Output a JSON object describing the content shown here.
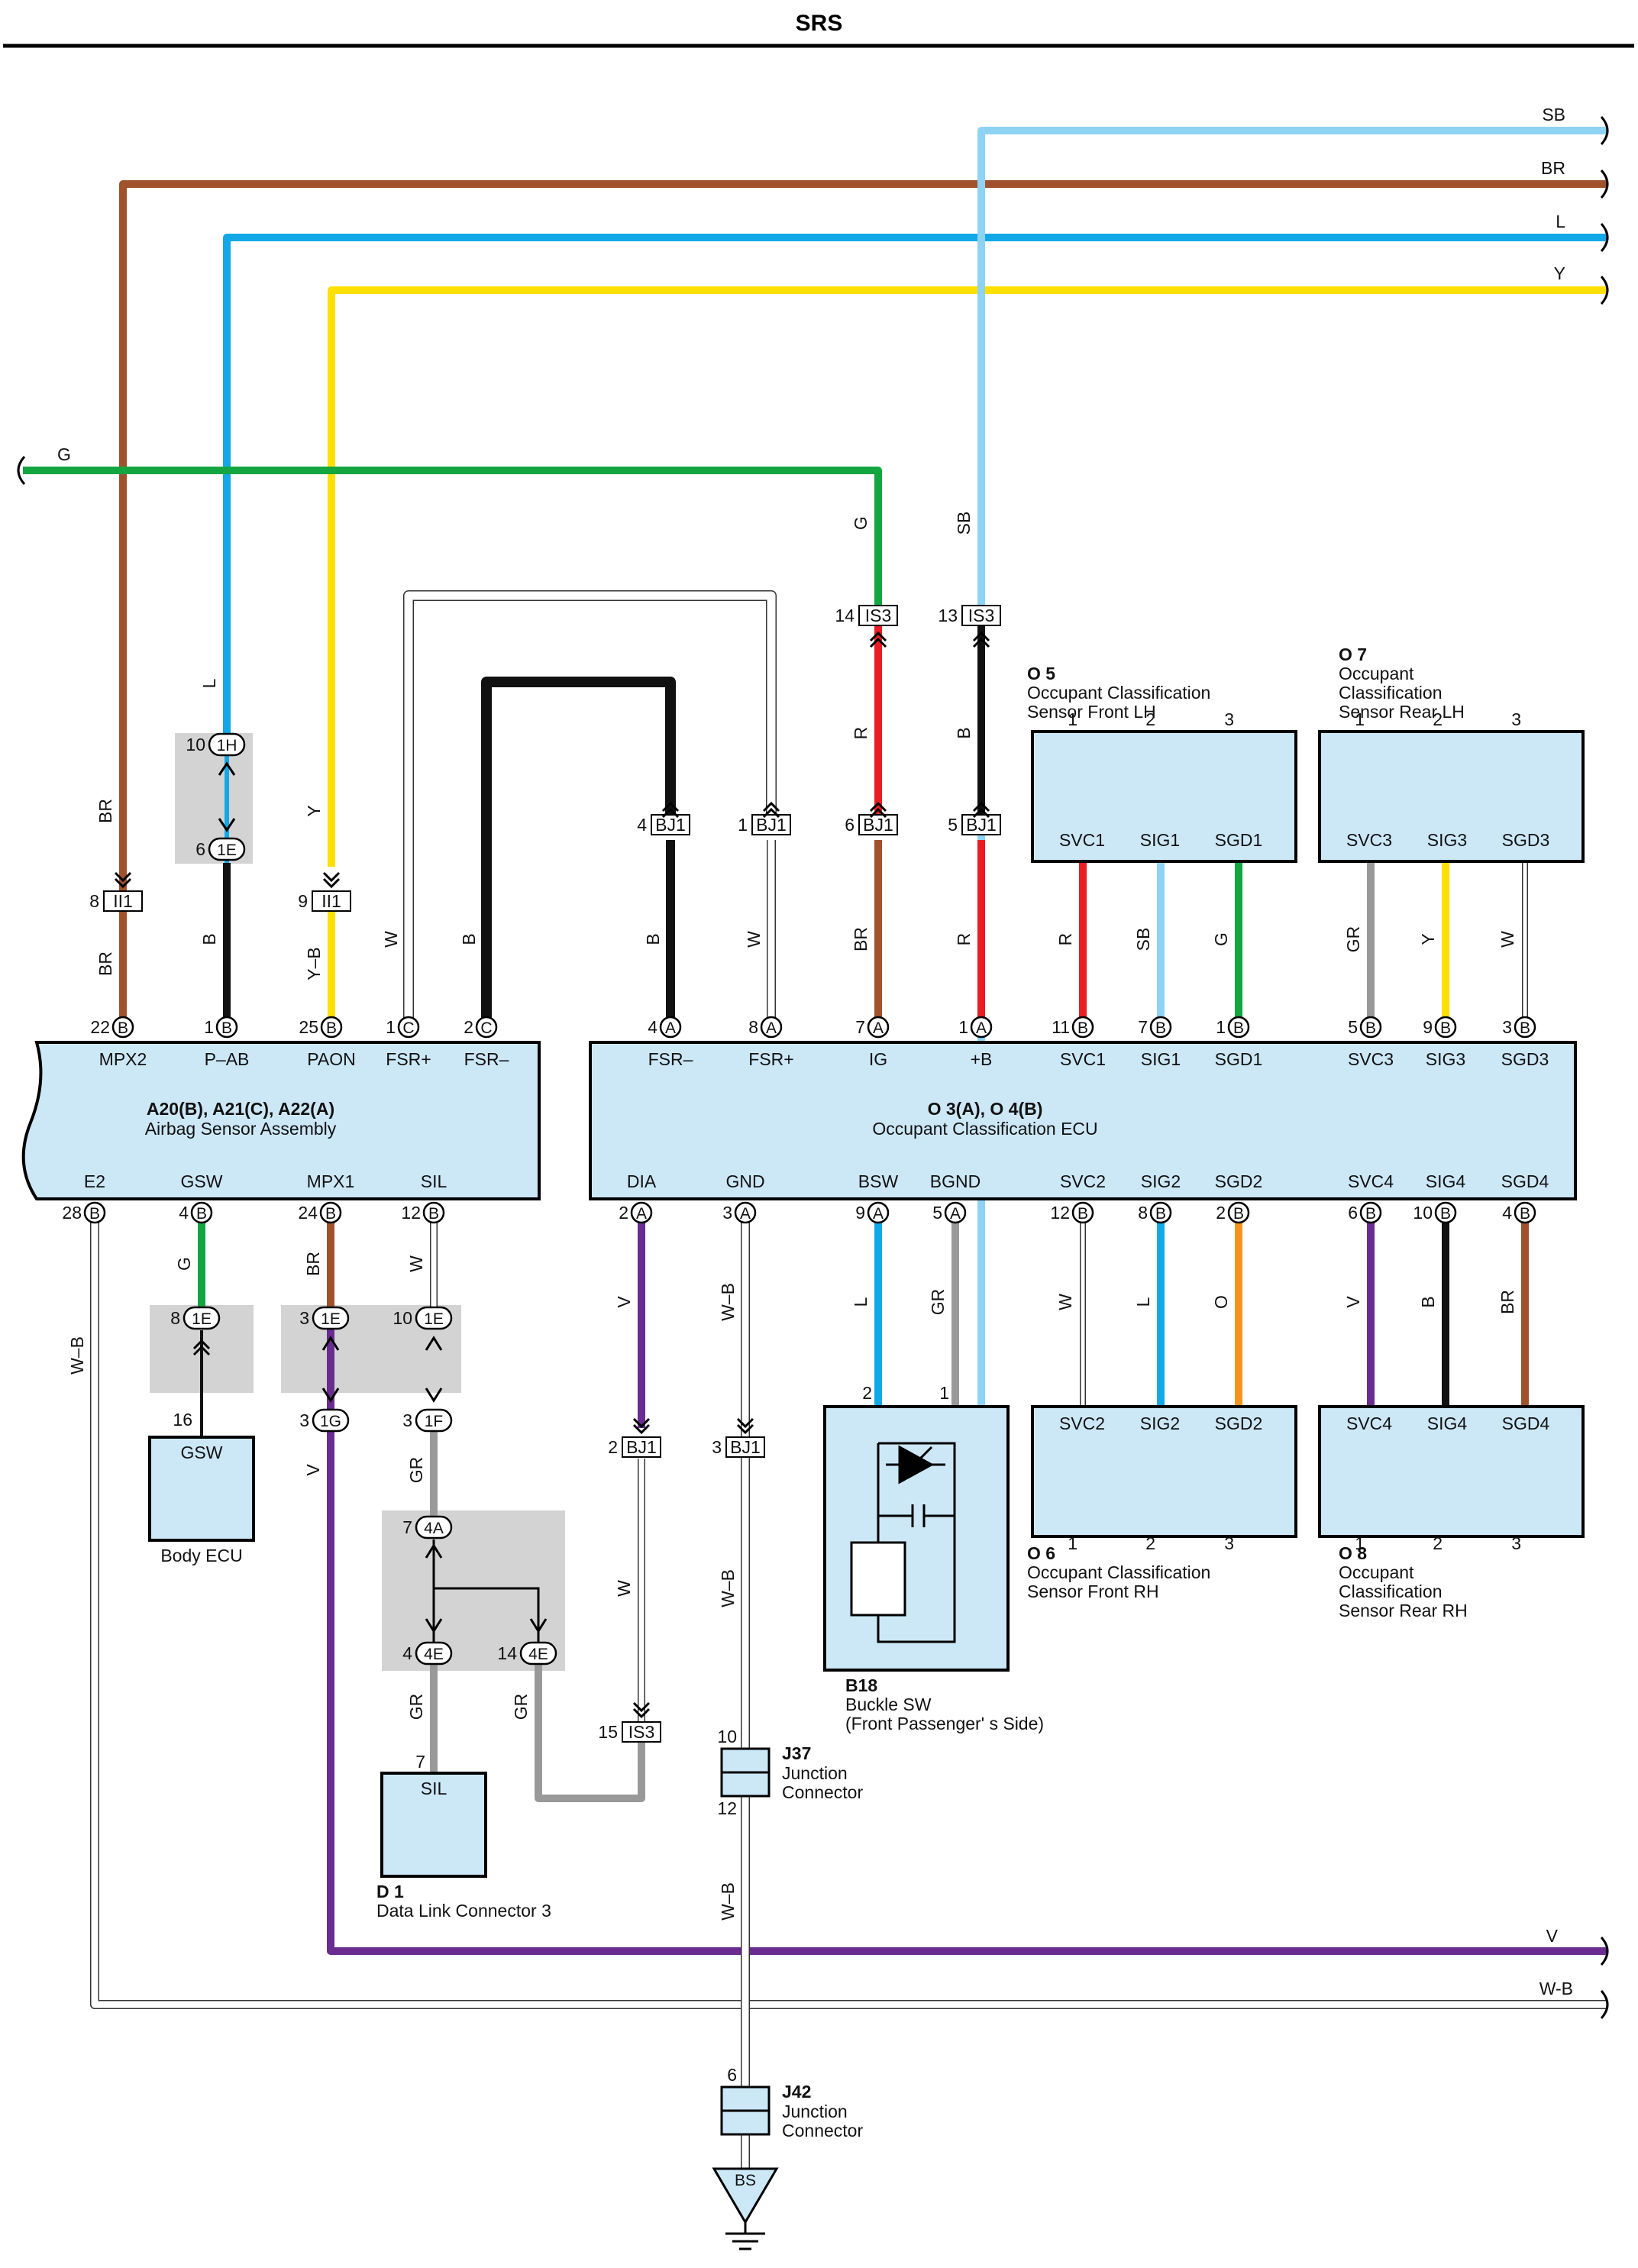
{
  "title": "SRS",
  "colors": {
    "SB": "#8fd3f4",
    "BR": "#a0522d",
    "L": "#12a8e8",
    "Y": "#ffe000",
    "G": "#13a640",
    "R": "#ea1c24",
    "B": "#111111",
    "W": "#ffffff",
    "V": "#6a2c91",
    "GR": "#999999",
    "O": "#f7941d",
    "W-B": "#ffffff",
    "Y-B": "#ffe000",
    "box": "#cce8f7",
    "shade": "#d3d3d3"
  },
  "top_wires": [
    "SB",
    "BR",
    "L",
    "Y"
  ],
  "left_wire": "G",
  "bottom_wires": [
    "V",
    "W-B"
  ],
  "components": {
    "airbag": {
      "code": "A20(B), A21(C), A22(A)",
      "name": "Airbag Sensor Assembly"
    },
    "ecu": {
      "code": "O 3(A), O 4(B)",
      "name": "Occupant Classification ECU"
    },
    "o5": {
      "code": "O 5",
      "line1": "Occupant Classification",
      "line2": "Sensor Front LH",
      "pins": [
        "SVC1",
        "SIG1",
        "SGD1"
      ]
    },
    "o7": {
      "code": "O 7",
      "line1": "Occupant",
      "line2": "Classification",
      "line3": "Sensor Rear LH",
      "pins": [
        "SVC3",
        "SIG3",
        "SGD3"
      ]
    },
    "o6": {
      "code": "O 6",
      "line1": "Occupant Classification",
      "line2": "Sensor Front RH",
      "pins": [
        "SVC2",
        "SIG2",
        "SGD2"
      ]
    },
    "o8": {
      "code": "O 8",
      "line1": "Occupant",
      "line2": "Classification",
      "line3": "Sensor Rear RH",
      "pins": [
        "SVC4",
        "SIG4",
        "SGD4"
      ]
    },
    "b18": {
      "code": "B18",
      "line1": "Buckle SW",
      "line2": "(Front Passenger' s Side)"
    },
    "body_ecu": {
      "name": "Body ECU",
      "pin": "GSW"
    },
    "d1": {
      "code": "D 1",
      "name": "Data Link Connector 3",
      "pin": "SIL"
    },
    "j37": {
      "code": "J37",
      "line1": "Junction",
      "line2": "Connector"
    },
    "j42": {
      "code": "J42",
      "line1": "Junction",
      "line2": "Connector"
    },
    "ground": "BS"
  },
  "airbag_top_pins": [
    {
      "num": "22",
      "conn": "B",
      "name": "MPX2"
    },
    {
      "num": "1",
      "conn": "B",
      "name": "P–AB"
    },
    {
      "num": "25",
      "conn": "B",
      "name": "PAON"
    },
    {
      "num": "1",
      "conn": "C",
      "name": "FSR+"
    },
    {
      "num": "2",
      "conn": "C",
      "name": "FSR–"
    }
  ],
  "airbag_bottom_pins": [
    {
      "num": "28",
      "conn": "B",
      "name": "E2"
    },
    {
      "num": "4",
      "conn": "B",
      "name": "GSW"
    },
    {
      "num": "24",
      "conn": "B",
      "name": "MPX1"
    },
    {
      "num": "12",
      "conn": "B",
      "name": "SIL"
    }
  ],
  "ecu_top_pins": [
    {
      "num": "4",
      "conn": "A",
      "name": "FSR–"
    },
    {
      "num": "8",
      "conn": "A",
      "name": "FSR+"
    },
    {
      "num": "7",
      "conn": "A",
      "name": "IG"
    },
    {
      "num": "1",
      "conn": "A",
      "name": "+B"
    },
    {
      "num": "11",
      "conn": "B",
      "name": "SVC1"
    },
    {
      "num": "7",
      "conn": "B",
      "name": "SIG1"
    },
    {
      "num": "1",
      "conn": "B",
      "name": "SGD1"
    },
    {
      "num": "5",
      "conn": "B",
      "name": "SVC3"
    },
    {
      "num": "9",
      "conn": "B",
      "name": "SIG3"
    },
    {
      "num": "3",
      "conn": "B",
      "name": "SGD3"
    }
  ],
  "ecu_bottom_pins": [
    {
      "num": "2",
      "conn": "A",
      "name": "DIA"
    },
    {
      "num": "3",
      "conn": "A",
      "name": "GND"
    },
    {
      "num": "9",
      "conn": "A",
      "name": "BSW"
    },
    {
      "num": "5",
      "conn": "A",
      "name": "BGND"
    },
    {
      "num": "12",
      "conn": "B",
      "name": "SVC2"
    },
    {
      "num": "8",
      "conn": "B",
      "name": "SIG2"
    },
    {
      "num": "2",
      "conn": "B",
      "name": "SGD2"
    },
    {
      "num": "6",
      "conn": "B",
      "name": "SVC4"
    },
    {
      "num": "10",
      "conn": "B",
      "name": "SIG4"
    },
    {
      "num": "4",
      "conn": "B",
      "name": "SGD4"
    }
  ],
  "wire_labels": {
    "mpx2_upper": "BR",
    "mpx2_lower": "BR",
    "pab_upper": "L",
    "pab_lower": "B",
    "paon_upper": "Y",
    "paon_lower": "Y–B",
    "fsrp_a": "W",
    "fsrm_a": "B",
    "fsrm_ecu": "B",
    "fsrp_ecu": "W",
    "ig_upper": "G",
    "ig_mid": "R",
    "ig_lower": "BR",
    "b_upper": "SB",
    "b_mid": "B",
    "b_lower": "R",
    "o5": [
      "R",
      "SB",
      "G"
    ],
    "o7": [
      "GR",
      "Y",
      "W"
    ],
    "gsw": "G",
    "mpx1_upper": "BR",
    "mpx1_lower": "V",
    "sil_upper": "W",
    "sil_mid": "GR",
    "sil_lower": "GR",
    "sil_branch": "GR",
    "e2": "W–B",
    "dia_upper": "V",
    "dia_lower": "W",
    "gnd_upper": "W–B",
    "gnd_mid": "W–B",
    "gnd_lower": "W–B",
    "bsw": "L",
    "bgnd": "GR",
    "o6": [
      "W",
      "L",
      "O"
    ],
    "o8": [
      "V",
      "B",
      "BR"
    ]
  },
  "connectors": {
    "ii1_mpx2": {
      "pin": "8",
      "id": "II1"
    },
    "ii1_paon": {
      "pin": "9",
      "id": "II1"
    },
    "j1h": {
      "pin": "10",
      "id": "1H"
    },
    "j1e_pab": {
      "pin": "6",
      "id": "1E"
    },
    "bj1_fsrm": {
      "pin": "4",
      "id": "BJ1"
    },
    "bj1_fsrp": {
      "pin": "1",
      "id": "BJ1"
    },
    "bj1_ig": {
      "pin": "6",
      "id": "BJ1"
    },
    "bj1_b": {
      "pin": "5",
      "id": "BJ1"
    },
    "is3_ig": {
      "pin": "14",
      "id": "IS3"
    },
    "is3_b": {
      "pin": "13",
      "id": "IS3"
    },
    "j1e_gsw": {
      "pin": "8",
      "id": "1E",
      "lower": "16"
    },
    "j1e_mpx1": {
      "pin": "3",
      "id": "1E"
    },
    "j1g": {
      "pin": "3",
      "id": "1G"
    },
    "j1e_sil": {
      "pin": "10",
      "id": "1E"
    },
    "j1f": {
      "pin": "3",
      "id": "1F"
    },
    "j4a": {
      "pin": "7",
      "id": "4A"
    },
    "j4e_a": {
      "pin": "4",
      "id": "4E"
    },
    "j4e_b": {
      "pin": "14",
      "id": "4E"
    },
    "sil_d1": {
      "pin": "7"
    },
    "bj1_dia": {
      "pin": "2",
      "id": "BJ1"
    },
    "bj1_gnd": {
      "pin": "3",
      "id": "BJ1"
    },
    "is3_dia": {
      "pin": "15",
      "id": "IS3"
    },
    "j37": {
      "pin_top": "10",
      "pin_bot": "12"
    },
    "j42": {
      "pin": "6"
    },
    "b18": {
      "pin_bsw": "2",
      "pin_bgnd": "1"
    },
    "sensor_pins": [
      "1",
      "2",
      "3"
    ]
  }
}
